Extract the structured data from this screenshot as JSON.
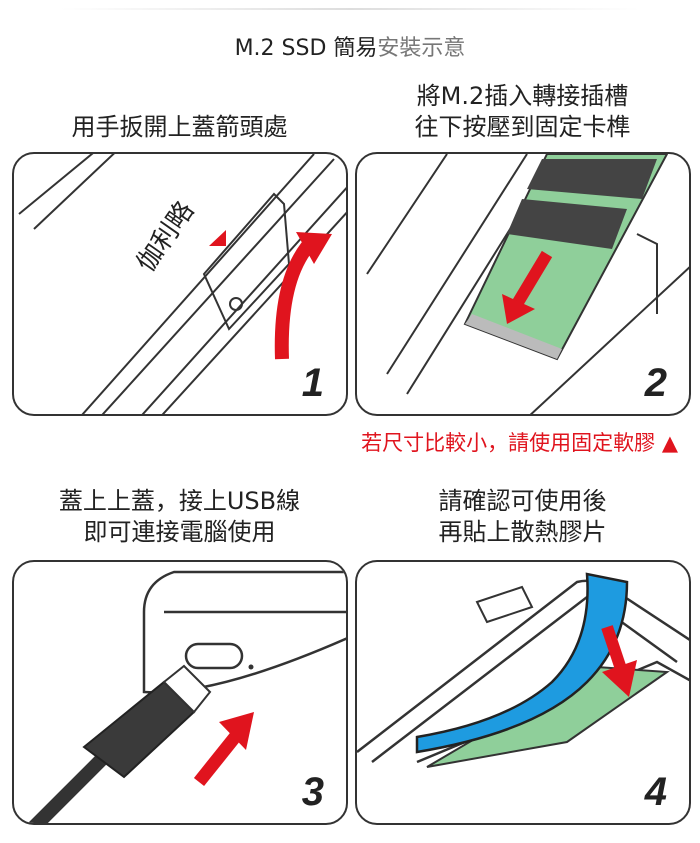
{
  "title": {
    "part1": "M.2 SSD 簡易",
    "part2": "安裝示意"
  },
  "steps": [
    {
      "number": "1",
      "caption": [
        "用手扳開上蓋箭頭處"
      ],
      "logo": "伽利略"
    },
    {
      "number": "2",
      "caption": [
        "將M.2插入轉接插槽",
        "往下按壓到固定卡榫"
      ]
    },
    {
      "number": "3",
      "caption": [
        "蓋上上蓋，接上USB線",
        "即可連接電腦使用"
      ]
    },
    {
      "number": "4",
      "caption": [
        "請確認可使用後",
        "再貼上散熱膠片"
      ]
    }
  ],
  "note": "若尺寸比較小，請使用固定軟膠 ▲",
  "colors": {
    "arrow": "#e0141e",
    "pcb": "#8fcf9a",
    "chip": "#3a3a3a",
    "thermal_pad": "#1e9be0"
  }
}
